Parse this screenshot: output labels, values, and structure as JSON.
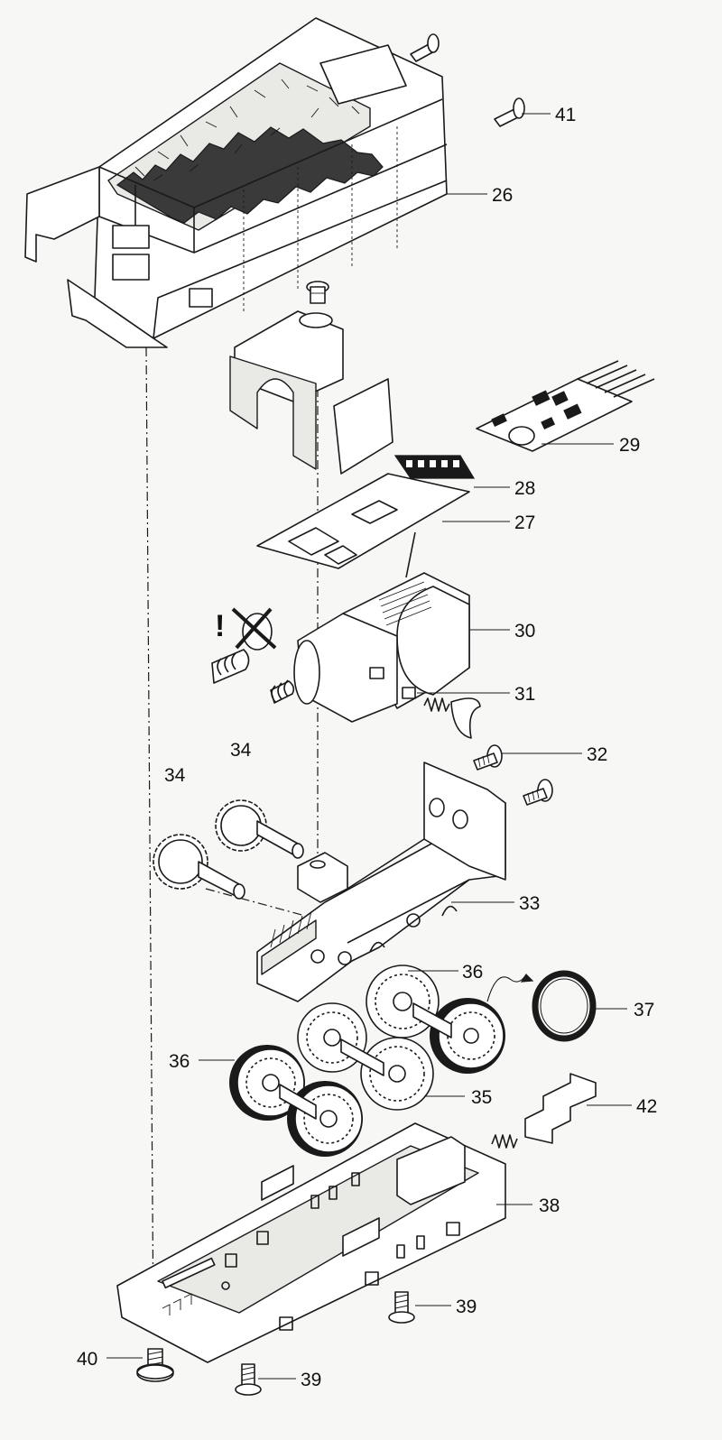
{
  "diagram": {
    "labels": [
      {
        "id": "p41",
        "text": "41"
      },
      {
        "id": "p26",
        "text": "26"
      },
      {
        "id": "p29",
        "text": "29"
      },
      {
        "id": "p28",
        "text": "28"
      },
      {
        "id": "p27",
        "text": "27"
      },
      {
        "id": "p30",
        "text": "30"
      },
      {
        "id": "p31",
        "text": "31"
      },
      {
        "id": "p32",
        "text": "32"
      },
      {
        "id": "p34a",
        "text": "34"
      },
      {
        "id": "p34b",
        "text": "34"
      },
      {
        "id": "p33",
        "text": "33"
      },
      {
        "id": "p36a",
        "text": "36"
      },
      {
        "id": "p37",
        "text": "37"
      },
      {
        "id": "p36b",
        "text": "36"
      },
      {
        "id": "p35",
        "text": "35"
      },
      {
        "id": "p42",
        "text": "42"
      },
      {
        "id": "p38",
        "text": "38"
      },
      {
        "id": "p39a",
        "text": "39"
      },
      {
        "id": "p40",
        "text": "40"
      },
      {
        "id": "p39b",
        "text": "39"
      }
    ],
    "warning_symbol": "!"
  }
}
